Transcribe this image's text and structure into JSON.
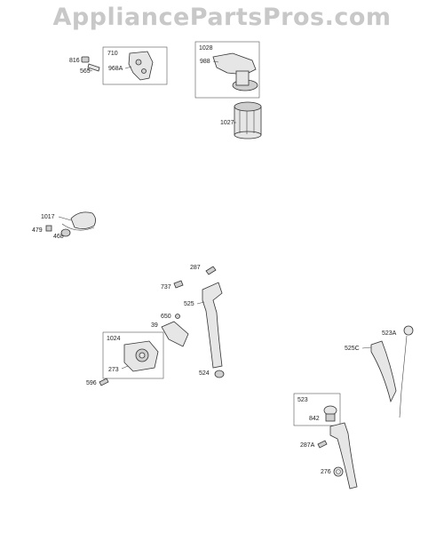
{
  "watermark": "AppliancePartsPros.com",
  "callouts": {
    "p816": "816",
    "p565": "565",
    "p710": "710",
    "p968A": "968A",
    "p1028": "1028",
    "p988": "988",
    "p1027": "1027",
    "p1017": "1017",
    "p479": "479",
    "p468": "468",
    "p287": "287",
    "p737": "737",
    "p525": "525",
    "p650": "650",
    "p39": "39",
    "p1024": "1024",
    "p273": "273",
    "p596": "596",
    "p524": "524",
    "p523A": "523A",
    "p525C": "525C",
    "p523": "523",
    "p842": "842",
    "p287A": "287A",
    "p276": "276"
  }
}
